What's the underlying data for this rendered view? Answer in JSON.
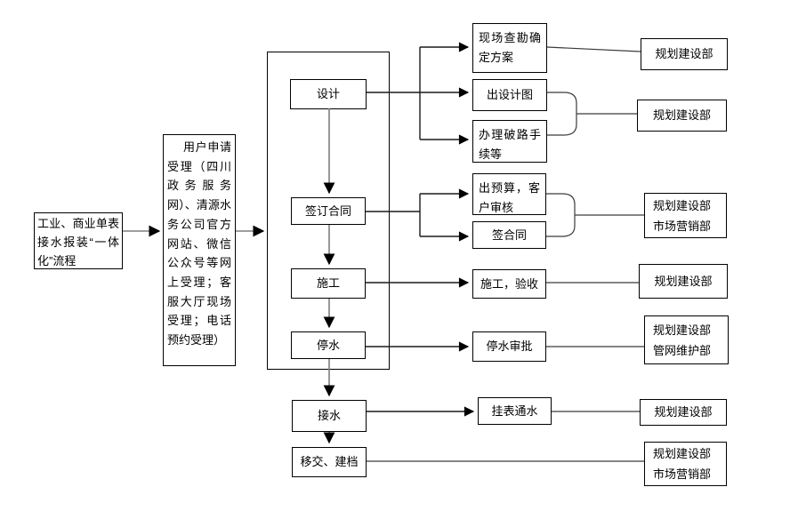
{
  "diagram": {
    "type": "flowchart",
    "language": "zh-CN",
    "background": "#ffffff"
  },
  "colors": {
    "box_border": "#000000",
    "flow_line": "#7f7f7f",
    "branch_line": "#1a1a1a",
    "arrowhead": "#000000",
    "text": "#000000"
  },
  "nodes": {
    "start": {
      "label": "工业、商业单表接水报装“一体化”流程"
    },
    "apply": {
      "label": "用户申请受理（四川政务服务网）、清源水务公司官方网站、微信公众号等网上受理；客服大厅现场受理；电话预约受理）"
    },
    "design": {
      "label": "设计"
    },
    "sign_contract": {
      "label": "签订合同"
    },
    "construction": {
      "label": "施工"
    },
    "water_stop": {
      "label": "停水"
    },
    "water_connect": {
      "label": "接水"
    },
    "handover": {
      "label": "移交、建档"
    },
    "site_survey": {
      "label": "现场查勘确定方案"
    },
    "design_drawing": {
      "label": "出设计图"
    },
    "road_permit": {
      "label": "办理破路手续等"
    },
    "budget_review": {
      "label": "出预算，客户审核"
    },
    "sign_agreement": {
      "label": "签合同"
    },
    "construction_accept": {
      "label": "施工，验收"
    },
    "stop_approval": {
      "label": "停水审批"
    },
    "meter_water": {
      "label": "挂表通水"
    }
  },
  "departments": {
    "d1": {
      "label": "规划建设部"
    },
    "d2": {
      "label": "规划建设部"
    },
    "d3": {
      "label": "规划建设部\n市场营销部"
    },
    "d4": {
      "label": "规划建设部"
    },
    "d5": {
      "label": "规划建设部\n管网维护部"
    },
    "d6": {
      "label": "规划建设部"
    },
    "d7": {
      "label": "规划建设部\n市场营销部"
    }
  },
  "edges": [
    {
      "from": "start",
      "to": "apply"
    },
    {
      "from": "apply",
      "to": "design"
    },
    {
      "from": "design",
      "to": "sign_contract"
    },
    {
      "from": "sign_contract",
      "to": "construction"
    },
    {
      "from": "construction",
      "to": "water_stop"
    },
    {
      "from": "water_stop",
      "to": "water_connect"
    },
    {
      "from": "water_connect",
      "to": "handover"
    },
    {
      "from": "design",
      "to": "site_survey"
    },
    {
      "from": "design",
      "to": "design_drawing"
    },
    {
      "from": "design",
      "to": "road_permit"
    },
    {
      "from": "sign_contract",
      "to": "budget_review"
    },
    {
      "from": "sign_contract",
      "to": "sign_agreement"
    },
    {
      "from": "construction",
      "to": "construction_accept"
    },
    {
      "from": "water_stop",
      "to": "stop_approval"
    },
    {
      "from": "water_connect",
      "to": "meter_water"
    },
    {
      "from": "site_survey",
      "to": "d1"
    },
    {
      "from": "design_drawing",
      "to": "d2"
    },
    {
      "from": "road_permit",
      "to": "d2"
    },
    {
      "from": "budget_review",
      "to": "d3"
    },
    {
      "from": "sign_agreement",
      "to": "d3"
    },
    {
      "from": "construction_accept",
      "to": "d4"
    },
    {
      "from": "stop_approval",
      "to": "d5"
    },
    {
      "from": "meter_water",
      "to": "d6"
    },
    {
      "from": "handover",
      "to": "d7"
    }
  ]
}
